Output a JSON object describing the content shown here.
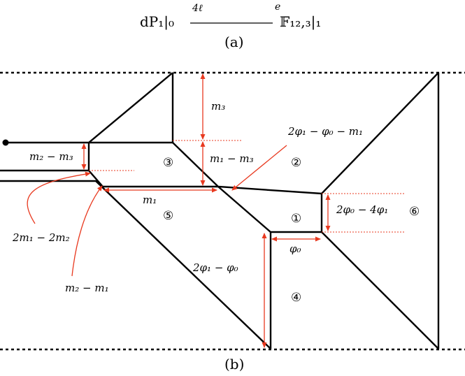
{
  "top": {
    "left_expr": "dP₁|₀",
    "arrow_over": "4ℓ",
    "arrow_sup": "e",
    "right_expr": "𝔽₁₂,₃|₁"
  },
  "captions": {
    "a": "(a)",
    "b": "(b)"
  },
  "regions": {
    "r1": "①",
    "r2": "②",
    "r3": "③",
    "r4": "④",
    "r5": "⑤",
    "r6": "⑥"
  },
  "labels": {
    "m3": "m₃",
    "m1_minus_m3": "m₁ − m₃",
    "m2_minus_m3": "m₂ − m₃",
    "m1": "m₁",
    "two_m1_minus_two_m2": "2m₁ − 2m₂",
    "m2_minus_m1": "m₂ − m₁",
    "two_phi1_minus_phi0_minus_m1": "2φ₁ − φ₀ − m₁",
    "two_phi0_minus_four_phi1": "2φ₀ − 4φ₁",
    "phi0": "φ₀",
    "two_phi1_minus_phi0": "2φ₁ − φ₀"
  },
  "colors": {
    "lines": "#000000",
    "annotations": "#e8391f"
  }
}
